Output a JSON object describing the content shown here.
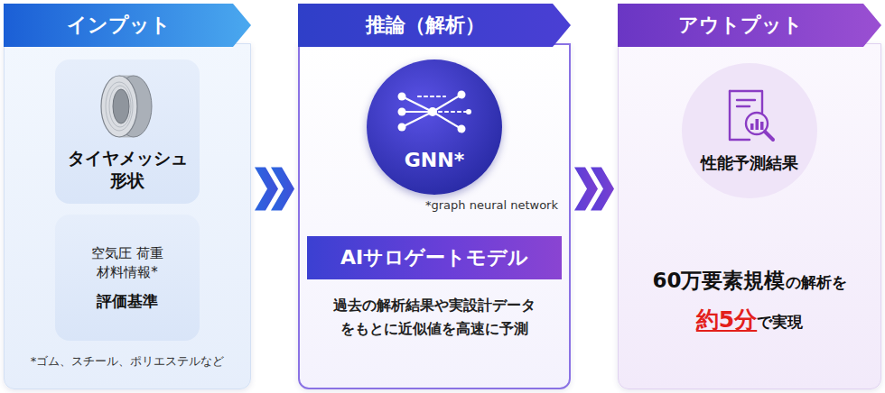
{
  "diagram": {
    "nodes": [
      {
        "text": [
          "インプット"
        ]
      },
      {
        "text": [
          "タイヤメッシュ形状"
        ],
        "in": 0
      },
      {
        "text": [
          "空気圧 荷重 材料情報*",
          "評価基準"
        ],
        "in": 0
      },
      {
        "text": [
          "推論（解析）"
        ]
      },
      {
        "text": [
          "GNN*"
        ],
        "in": 3
      },
      {
        "text": [
          "AIサロゲートモデル"
        ],
        "in": 3
      },
      {
        "text": [
          "アウトプット"
        ]
      },
      {
        "text": [
          "性能予測結果"
        ],
        "in": 6
      }
    ],
    "edges": [
      {
        "from": 0,
        "to": 3,
        "arrow": "to"
      },
      {
        "from": 3,
        "to": 6,
        "arrow": "to"
      }
    ],
    "labels": [
      "*graph neural network",
      "*ゴム、スチール、ポリエステルなど",
      "過去の解析結果や実設計データ をもとに近似値を高速に予測",
      "60万要素規模",
      "の解析を",
      "約5分",
      "で実現"
    ]
  }
}
